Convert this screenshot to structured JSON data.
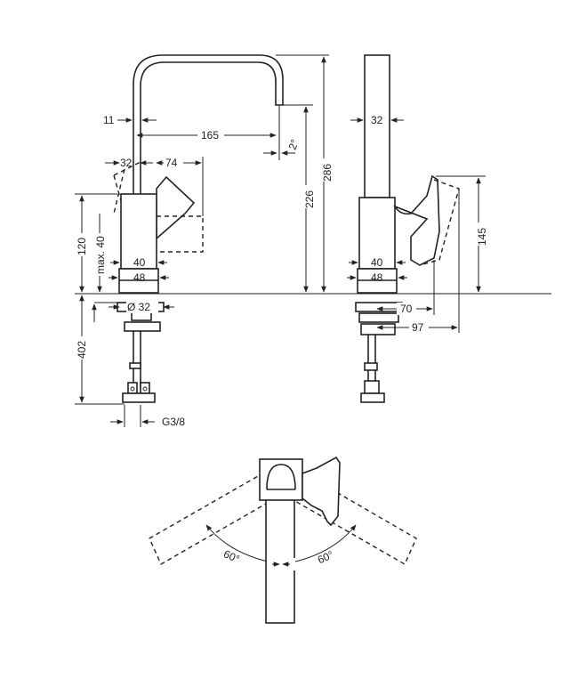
{
  "dimensions": {
    "spout_offset": "11",
    "spout_reach": "165",
    "spout_angle": "2°",
    "lever_back": "32",
    "lever_front": "74",
    "spout_height": "226",
    "total_height": "286",
    "lever_height": "120",
    "max_deck": "max. 40",
    "body_width_upper": "40",
    "body_width_lower": "48",
    "hole_diameter": "Ø 32",
    "tail_length": "402",
    "connection": "G3/8",
    "side_width": "32",
    "side_body_upper": "40",
    "side_body_lower": "48",
    "lever_side_height": "145",
    "side_reach_70": "70",
    "side_reach_97": "97",
    "rotation_left": "60°",
    "rotation_right": "60°"
  }
}
